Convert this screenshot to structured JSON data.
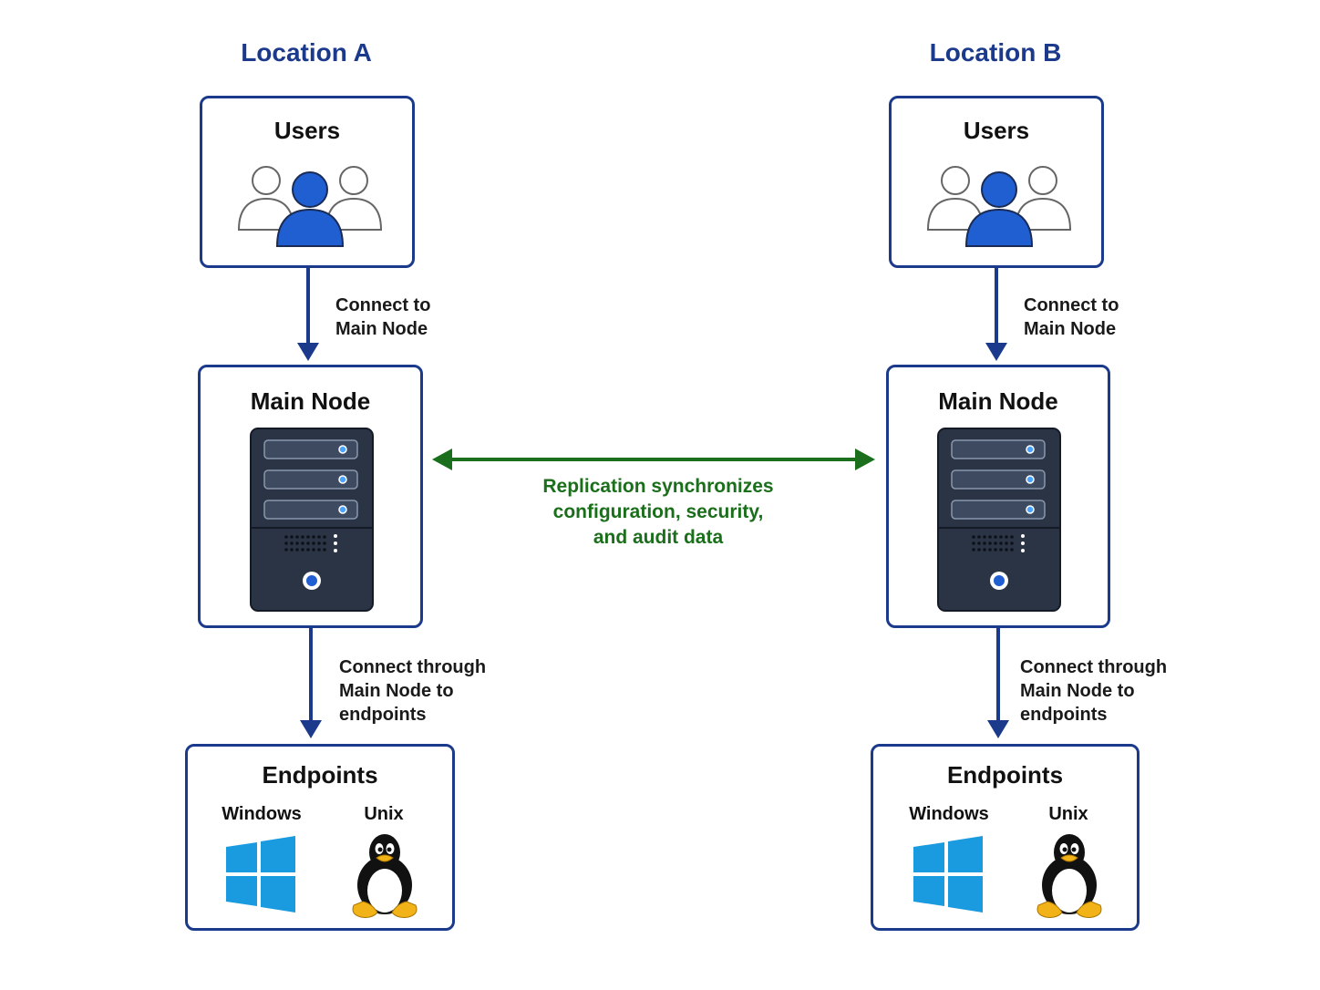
{
  "locations": [
    {
      "title": "Location A",
      "users_label": "Users",
      "connect_users_label": "Connect to\nMain Node",
      "main_node_label": "Main Node",
      "connect_endpoints_label": "Connect through\nMain Node to\nendpoints",
      "endpoints_label": "Endpoints",
      "windows_label": "Windows",
      "unix_label": "Unix"
    },
    {
      "title": "Location B",
      "users_label": "Users",
      "connect_users_label": "Connect to\nMain Node",
      "main_node_label": "Main Node",
      "connect_endpoints_label": "Connect through\nMain Node to\nendpoints",
      "endpoints_label": "Endpoints",
      "windows_label": "Windows",
      "unix_label": "Unix"
    }
  ],
  "replication": {
    "label": "Replication synchronizes\nconfiguration, security,\nand audit data"
  },
  "colors": {
    "border": "#1c3a8c",
    "replication": "#1b6e1b",
    "users_accent": "#1f5fd1",
    "windows": "#1a9be0"
  },
  "icons": [
    "users-group-icon",
    "server-tower-icon",
    "windows-logo-icon",
    "tux-penguin-icon"
  ]
}
